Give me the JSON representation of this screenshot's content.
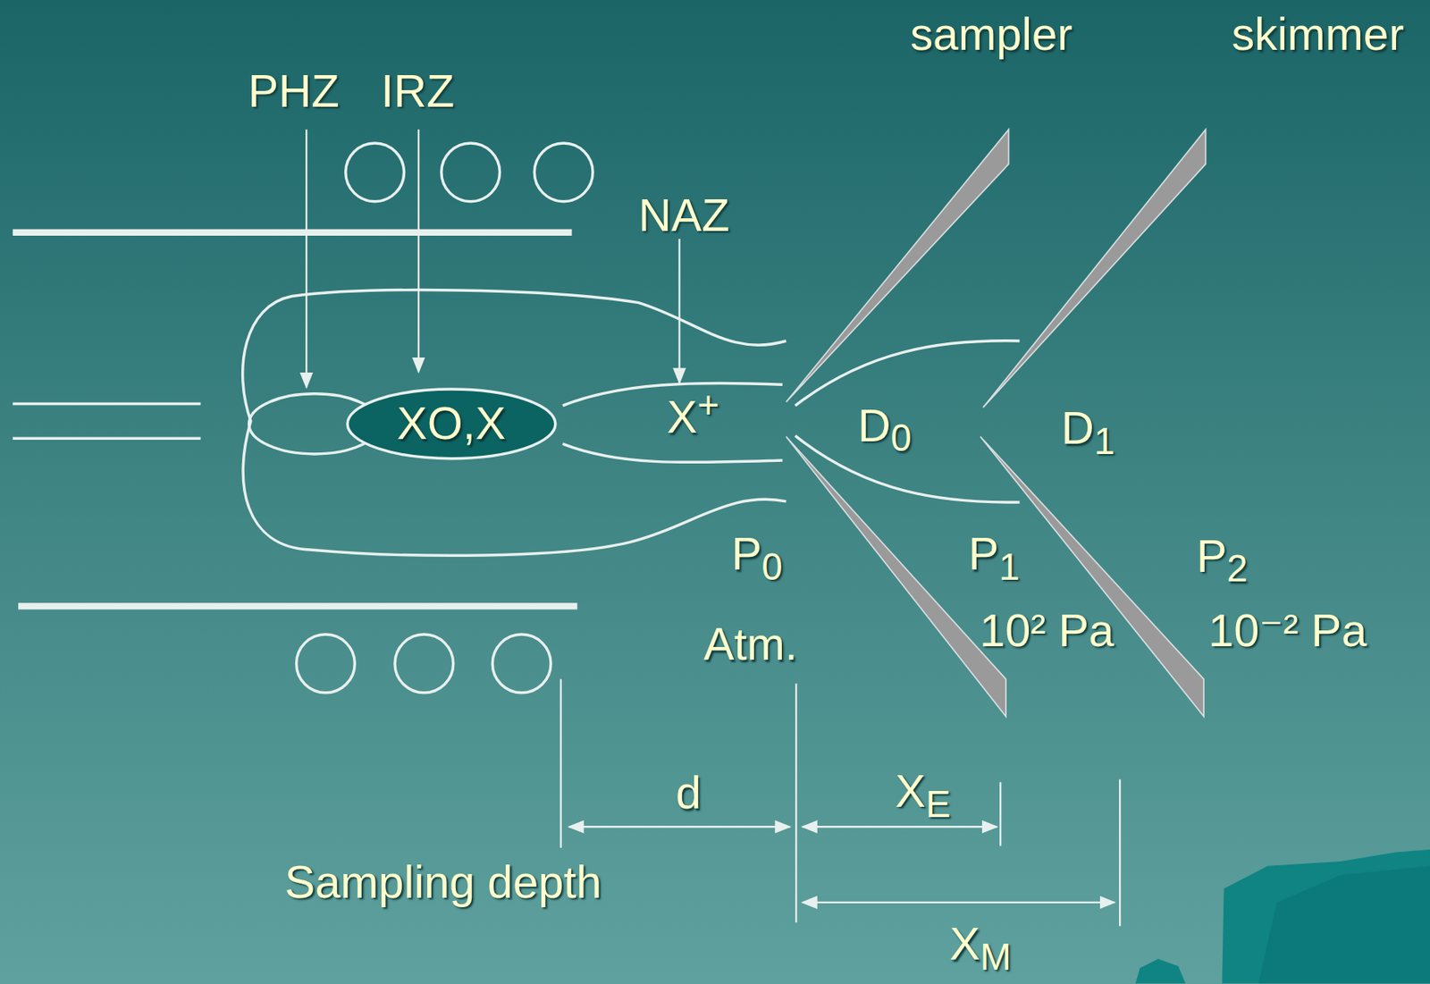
{
  "diagram": {
    "nodes": [
      {
        "text": [
          "XO,X"
        ]
      }
    ],
    "labels": [
      "sampler",
      "skimmer",
      "PHZ",
      "IRZ",
      "NAZ",
      "X+",
      "D0",
      "D1",
      "P0",
      "P1",
      "P2",
      "Atm.",
      "10² Pa",
      "10⁻² Pa",
      "d",
      "XE",
      "XM",
      "Sampling depth"
    ]
  }
}
